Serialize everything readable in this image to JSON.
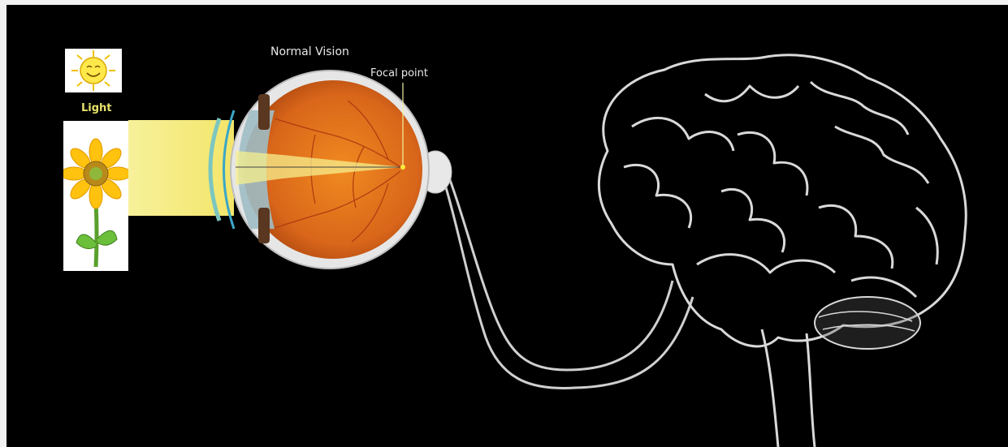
{
  "labels": {
    "title": "Normal Vision",
    "focal_point": "Focal point",
    "light": "Light"
  },
  "colors": {
    "background": "#000000",
    "light_beam": "#f6ef8e",
    "eyeball_interior": "#e07a1c",
    "brain_outline": "#d9d9d9",
    "label_light": "#e7e36a"
  },
  "icons": [
    "sun-icon",
    "sunflower-icon",
    "eye-icon",
    "optic-nerve",
    "brain-icon"
  ]
}
